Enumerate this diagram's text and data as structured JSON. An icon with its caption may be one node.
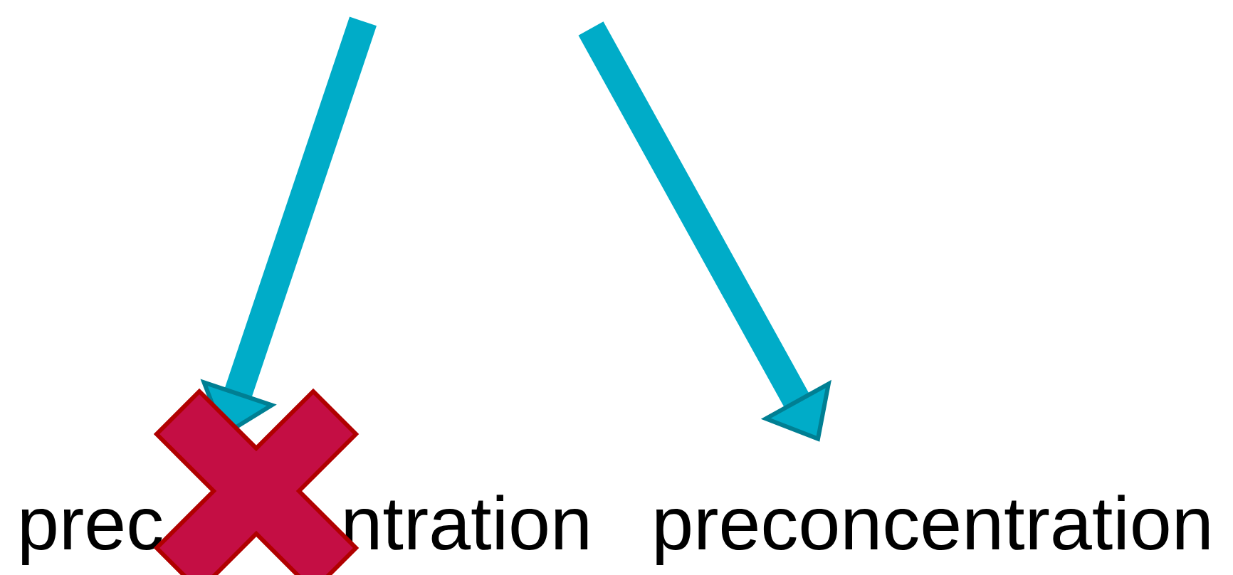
{
  "diagram": {
    "nodes": [
      {
        "text": [
          "prec",
          "ntration"
        ]
      },
      {
        "text": [
          "preconcentration"
        ]
      }
    ],
    "edges": [
      {
        "from": null,
        "to": 0,
        "arrow": "to"
      },
      {
        "from": null,
        "to": 1,
        "arrow": "to"
      }
    ]
  }
}
